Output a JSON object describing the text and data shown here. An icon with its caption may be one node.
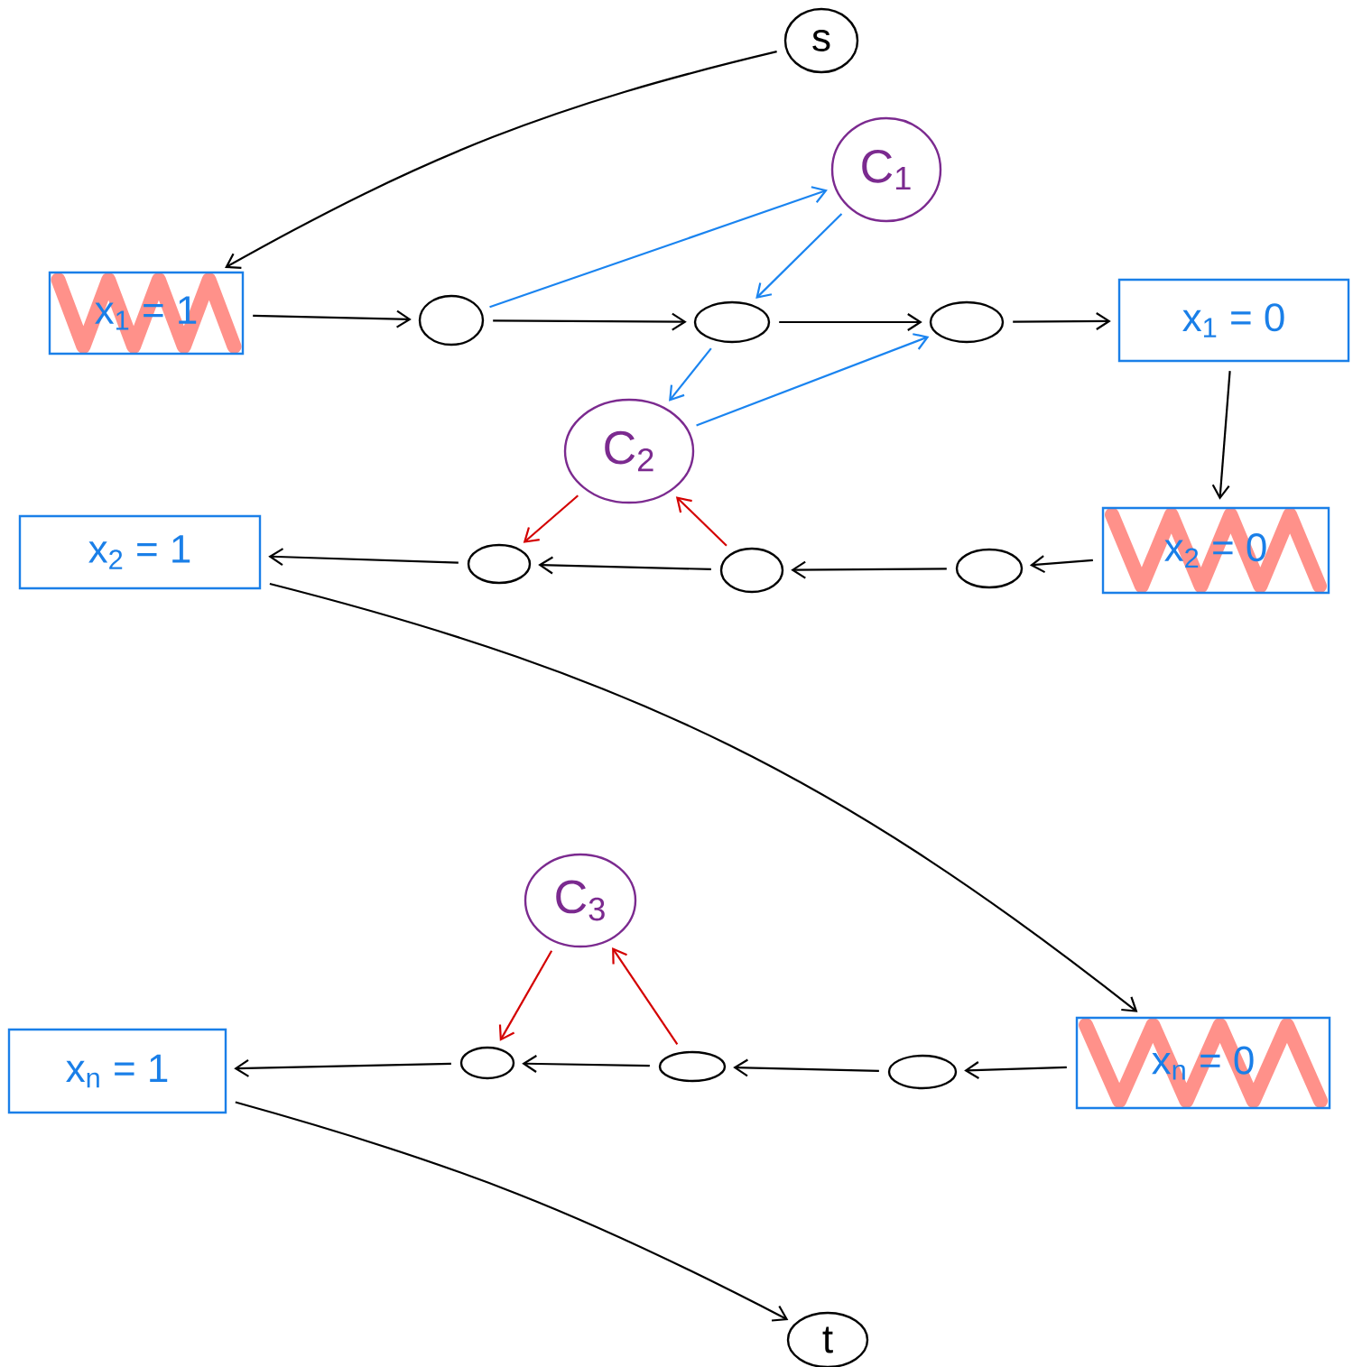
{
  "diagram": {
    "nodes": [
      {
        "text": [
          "s"
        ]
      },
      {
        "text": [
          "x$_{1}$ = 1"
        ]
      },
      {
        "text": [],
        "shape": "circle"
      },
      {
        "text": [],
        "shape": "circle"
      },
      {
        "text": [],
        "shape": "circle"
      },
      {
        "text": [
          "x$_{1}$ = 0"
        ]
      },
      {
        "text": [
          "C$_{1}$"
        ]
      },
      {
        "text": [
          "C$_{2}$"
        ]
      },
      {
        "text": [
          "x$_{2}$ = 1"
        ]
      },
      {
        "text": [],
        "shape": "circle"
      },
      {
        "text": [],
        "shape": "circle"
      },
      {
        "text": [],
        "shape": "circle"
      },
      {
        "text": [
          "x$_{2}$ = 0"
        ]
      },
      {
        "text": [
          "C$_{3}$"
        ]
      },
      {
        "text": [
          "x$_{n}$ = 1"
        ]
      },
      {
        "text": [],
        "shape": "circle"
      },
      {
        "text": [],
        "shape": "circle"
      },
      {
        "text": [],
        "shape": "circle"
      },
      {
        "text": [
          "x$_{n}$ = 0"
        ]
      },
      {
        "text": [
          "t"
        ]
      }
    ],
    "edges": [
      {
        "from": 0,
        "to": 1,
        "arrow": "to"
      },
      {
        "from": 1,
        "to": 2,
        "arrow": "to"
      },
      {
        "from": 2,
        "to": 3,
        "arrow": "to"
      },
      {
        "from": 3,
        "to": 4,
        "arrow": "to"
      },
      {
        "from": 4,
        "to": 5,
        "arrow": "to"
      },
      {
        "from": 2,
        "to": 6,
        "arrow": "to",
        "color": "#1a84f0"
      },
      {
        "from": 6,
        "to": 3,
        "arrow": "to",
        "color": "#1a84f0"
      },
      {
        "from": 3,
        "to": 7,
        "arrow": "to",
        "color": "#1a84f0"
      },
      {
        "from": 7,
        "to": 4,
        "arrow": "to",
        "color": "#1a84f0"
      },
      {
        "from": 5,
        "to": 12,
        "arrow": "to"
      },
      {
        "from": 12,
        "to": 11,
        "arrow": "to"
      },
      {
        "from": 11,
        "to": 10,
        "arrow": "to"
      },
      {
        "from": 10,
        "to": 9,
        "arrow": "to"
      },
      {
        "from": 9,
        "to": 8,
        "arrow": "to"
      },
      {
        "from": 7,
        "to": 9,
        "arrow": "to",
        "color": "#d40000"
      },
      {
        "from": 10,
        "to": 7,
        "arrow": "to",
        "color": "#d40000"
      },
      {
        "from": 8,
        "to": 18,
        "arrow": "to"
      },
      {
        "from": 18,
        "to": 17,
        "arrow": "to"
      },
      {
        "from": 17,
        "to": 16,
        "arrow": "to"
      },
      {
        "from": 16,
        "to": 15,
        "arrow": "to"
      },
      {
        "from": 15,
        "to": 14,
        "arrow": "to"
      },
      {
        "from": 13,
        "to": 15,
        "arrow": "to",
        "color": "#d40000"
      },
      {
        "from": 16,
        "to": 13,
        "arrow": "to",
        "color": "#d40000"
      },
      {
        "from": 14,
        "to": 19,
        "arrow": "to"
      }
    ]
  }
}
